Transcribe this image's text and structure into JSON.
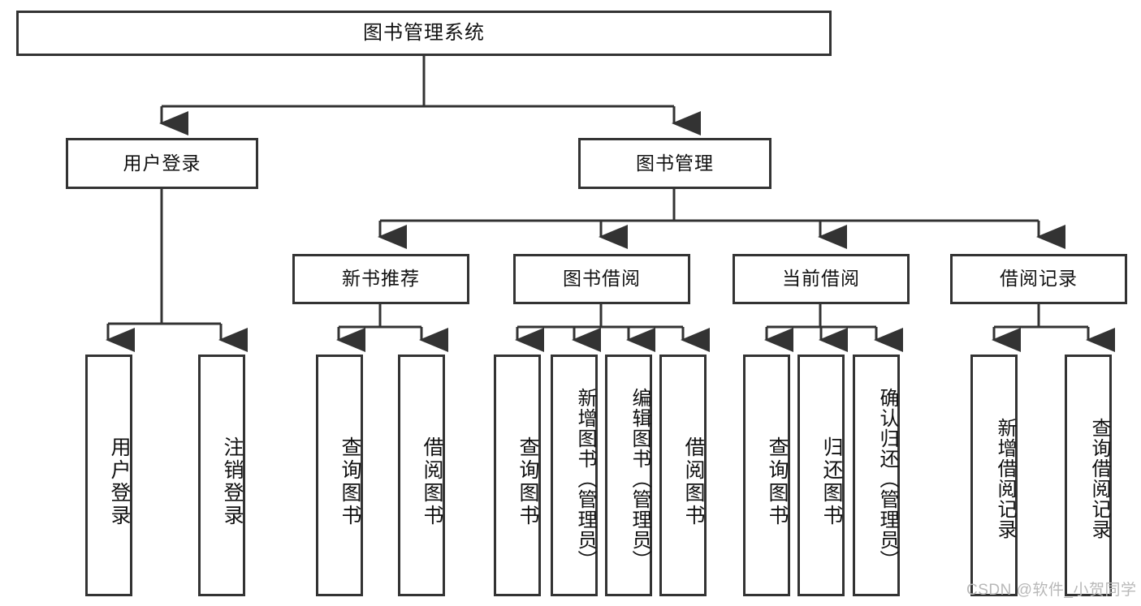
{
  "diagram": {
    "title": "图书管理系统",
    "type": "hierarchy-tree",
    "watermark": "CSDN @软件_小贺同学",
    "colors": {
      "box_border": "#333333",
      "box_fill": "#ffffff",
      "connector": "#333333",
      "text": "#111111",
      "watermark": "#b8b8b8"
    },
    "levels": {
      "level1": [
        {
          "id": "root",
          "label": "图书管理系统"
        }
      ],
      "level2": [
        {
          "id": "user-login",
          "label": "用户登录",
          "parent": "root"
        },
        {
          "id": "book-manage",
          "label": "图书管理",
          "parent": "root"
        }
      ],
      "level3": [
        {
          "id": "new-book-rec",
          "label": "新书推荐",
          "parent": "book-manage"
        },
        {
          "id": "book-borrow",
          "label": "图书借阅",
          "parent": "book-manage"
        },
        {
          "id": "current-borrow",
          "label": "当前借阅",
          "parent": "book-manage"
        },
        {
          "id": "borrow-record",
          "label": "借阅记录",
          "parent": "book-manage"
        }
      ],
      "level4": [
        {
          "id": "leaf-user-login",
          "label": "用户登录",
          "parent": "user-login"
        },
        {
          "id": "leaf-logout",
          "label": "注销登录",
          "parent": "user-login"
        },
        {
          "id": "leaf-query-book-1",
          "label": "查询图书",
          "parent": "new-book-rec"
        },
        {
          "id": "leaf-borrow-book-1",
          "label": "借阅图书",
          "parent": "new-book-rec"
        },
        {
          "id": "leaf-query-book-2",
          "label": "查询图书",
          "parent": "book-borrow"
        },
        {
          "id": "leaf-add-book",
          "label": "新增图书（管理员）",
          "parent": "book-borrow"
        },
        {
          "id": "leaf-edit-book",
          "label": "编辑图书（管理员）",
          "parent": "book-borrow"
        },
        {
          "id": "leaf-borrow-book-2",
          "label": "借阅图书",
          "parent": "book-borrow"
        },
        {
          "id": "leaf-query-book-3",
          "label": "查询图书",
          "parent": "current-borrow"
        },
        {
          "id": "leaf-return-book",
          "label": "归还图书",
          "parent": "current-borrow"
        },
        {
          "id": "leaf-confirm-return",
          "label": "确认归还（管理员）",
          "parent": "current-borrow"
        },
        {
          "id": "leaf-add-record",
          "label": "新增借阅记录",
          "parent": "borrow-record"
        },
        {
          "id": "leaf-query-record",
          "label": "查询借阅记录",
          "parent": "borrow-record"
        }
      ]
    }
  }
}
